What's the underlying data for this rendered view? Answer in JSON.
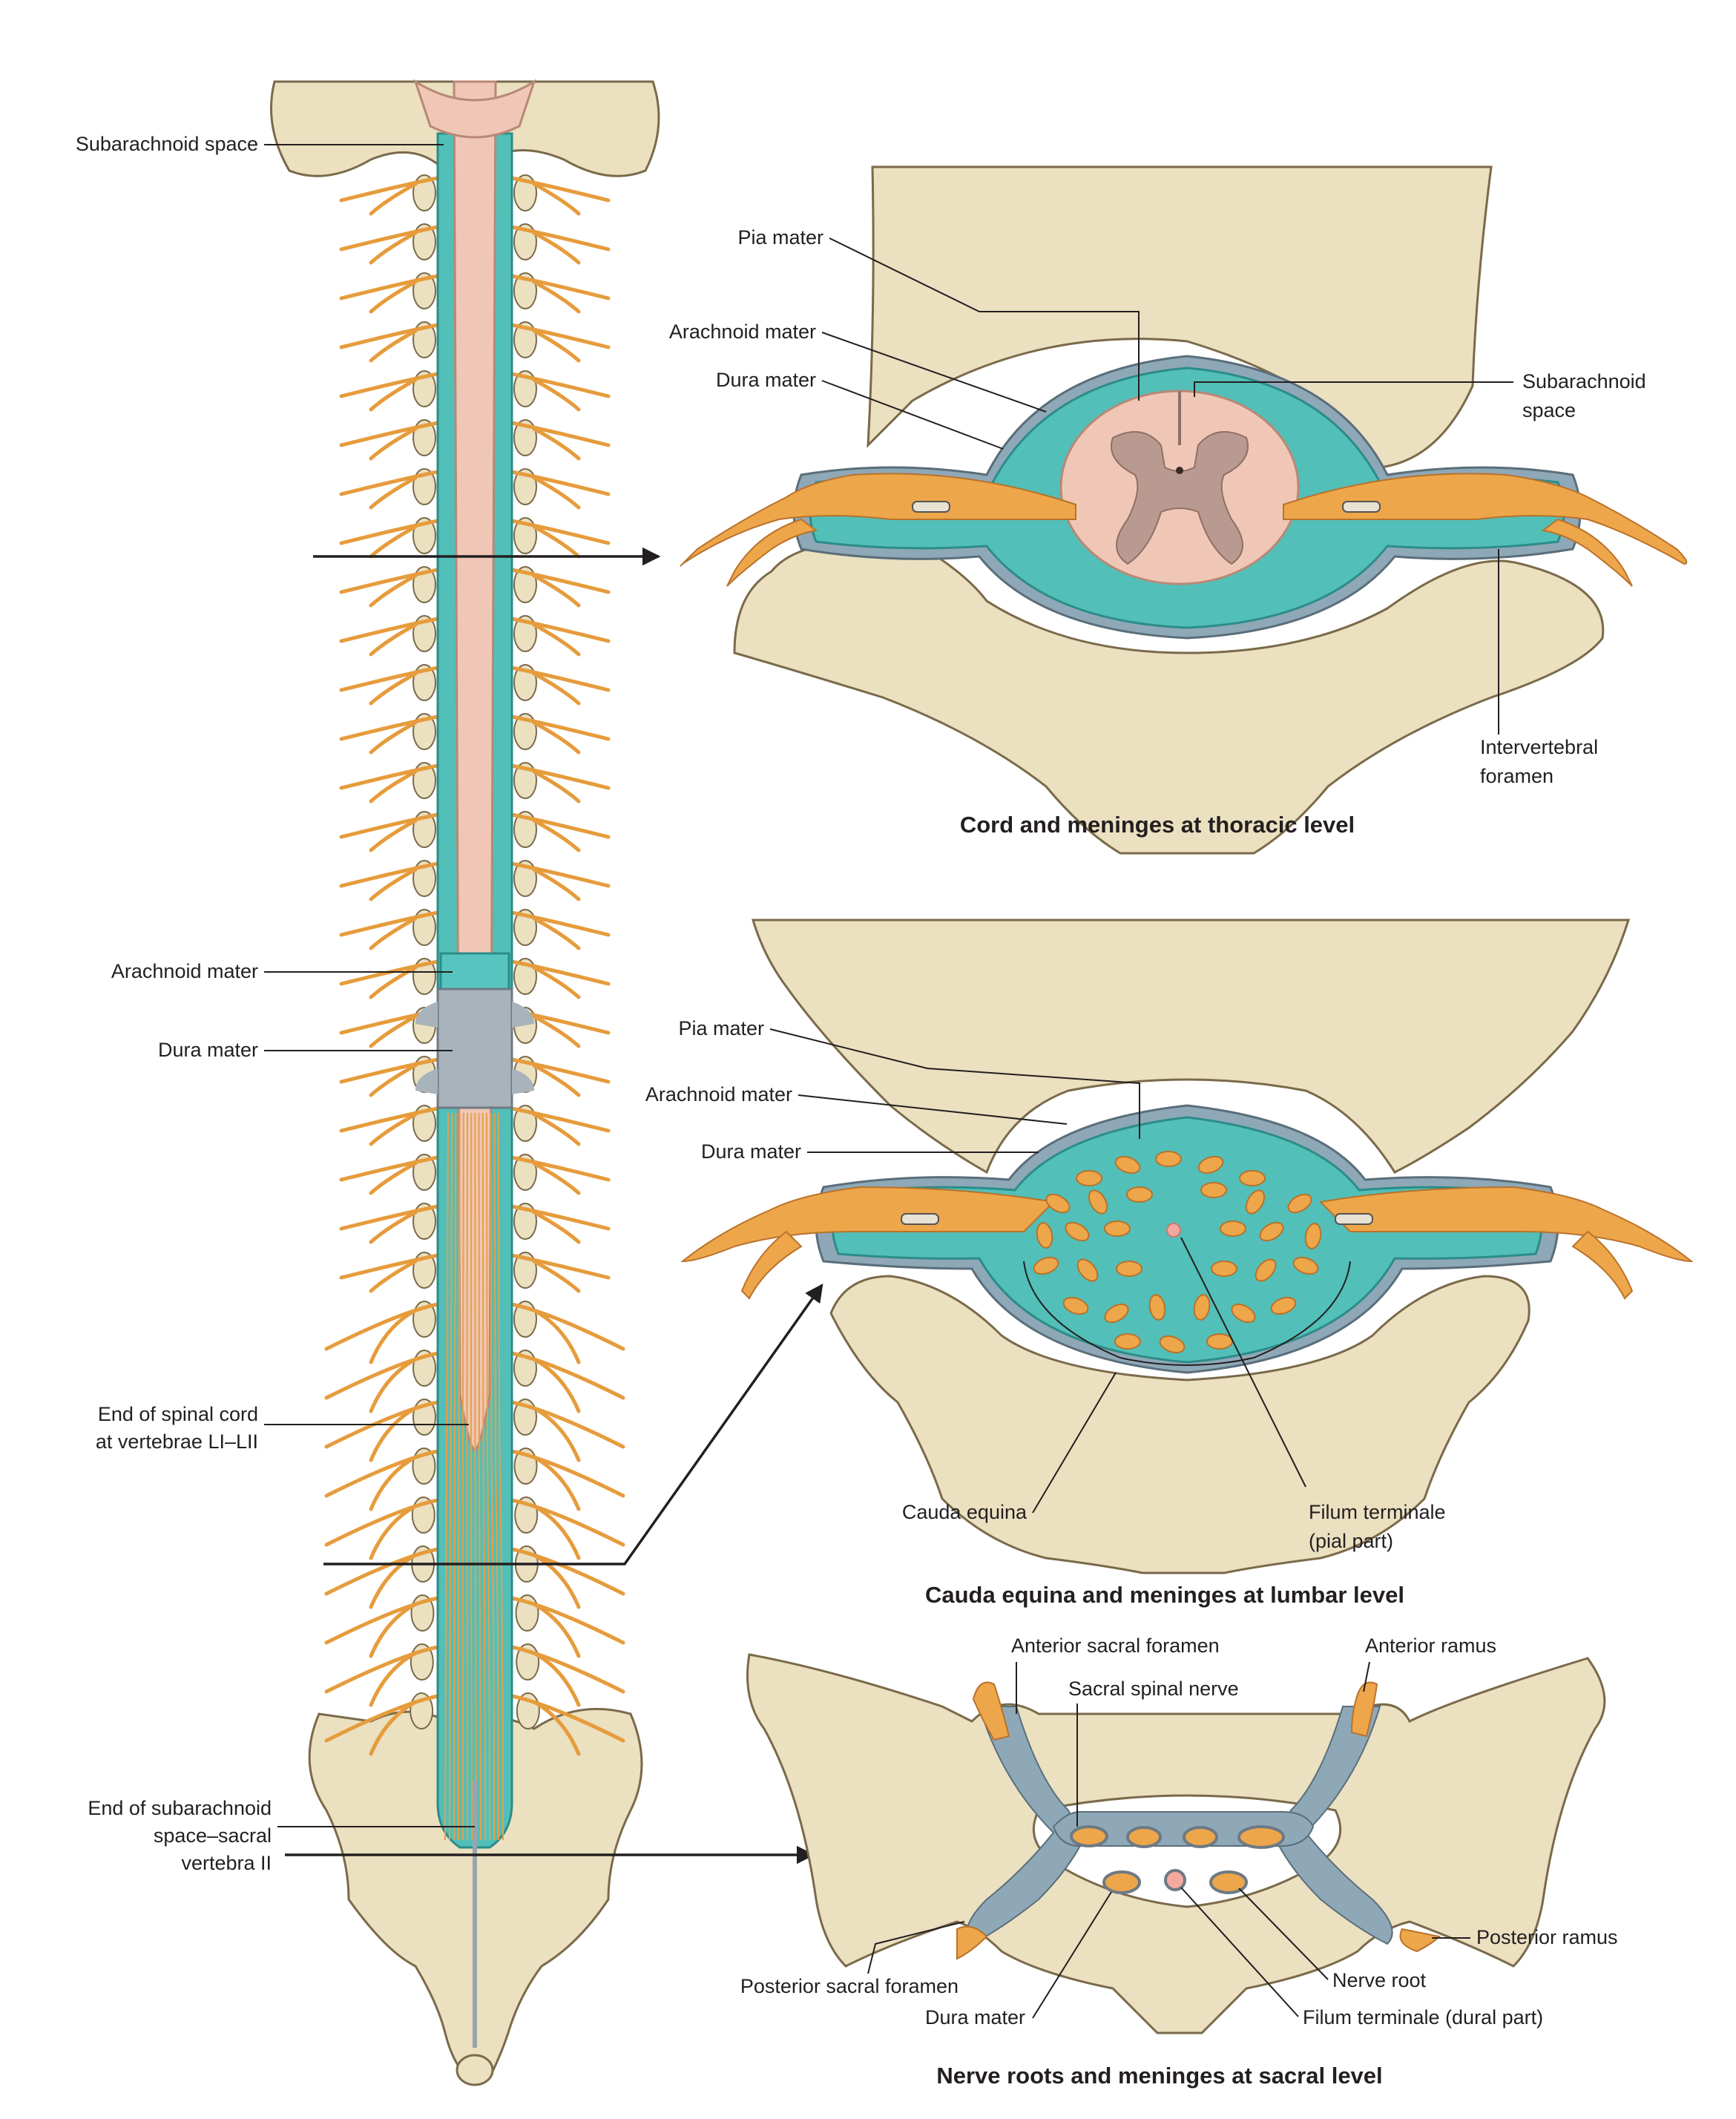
{
  "labels": {
    "spine": {
      "subarachnoid_space": "Subarachnoid space",
      "arachnoid_mater": "Arachnoid mater",
      "dura_mater": "Dura mater",
      "end_spinal_cord_1": "End of spinal cord",
      "end_spinal_cord_2": "at vertebrae LI–LII",
      "end_subarachnoid_1": "End of subarachnoid",
      "end_subarachnoid_2": "space–sacral",
      "end_subarachnoid_3": "vertebra II"
    },
    "thoracic": {
      "pia_mater": "Pia mater",
      "arachnoid_mater": "Arachnoid mater",
      "dura_mater": "Dura mater",
      "subarachnoid_1": "Subarachnoid",
      "subarachnoid_2": "space",
      "intervertebral_1": "Intervertebral",
      "intervertebral_2": "foramen",
      "caption": "Cord and meninges at thoracic level"
    },
    "lumbar": {
      "pia_mater": "Pia mater",
      "arachnoid_mater": "Arachnoid mater",
      "dura_mater": "Dura mater",
      "cauda_equina": "Cauda equina",
      "filum_1": "Filum terminale",
      "filum_2": "(pial part)",
      "caption": "Cauda equina and meninges at lumbar level"
    },
    "sacral": {
      "anterior_sacral_foramen": "Anterior sacral foramen",
      "anterior_ramus": "Anterior ramus",
      "sacral_spinal_nerve": "Sacral spinal nerve",
      "posterior_ramus": "Posterior ramus",
      "nerve_root": "Nerve root",
      "posterior_sacral_foramen": "Posterior sacral foramen",
      "dura_mater": "Dura mater",
      "filum_dural": "Filum terminale (dural part)",
      "caption": "Nerve roots and meninges at sacral level"
    }
  },
  "colors": {
    "bone": "#ebe0c0",
    "nerve": "#eea64a",
    "csf": "#52bfb8",
    "cord": "#f0c7b6",
    "dura": "#8fa8b8"
  }
}
